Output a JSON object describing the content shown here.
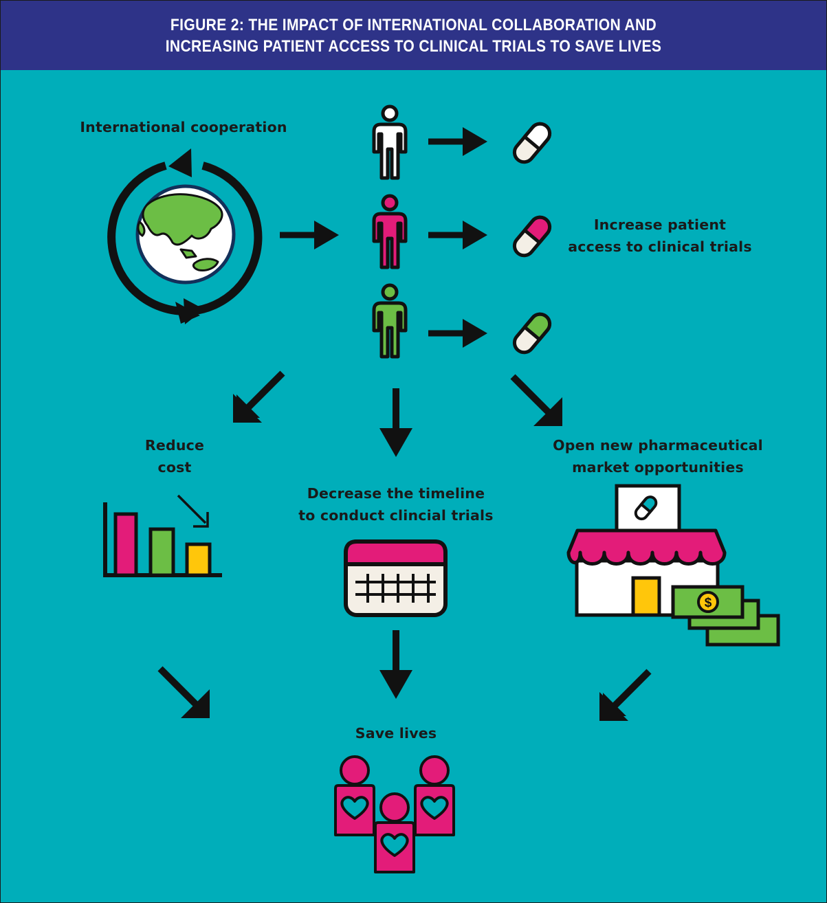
{
  "figure": {
    "title_line1": "FIGURE 2: THE IMPACT OF INTERNATIONAL COLLABORATION AND",
    "title_line2": "INCREASING PATIENT ACCESS TO CLINICAL TRIALS TO SAVE LIVES"
  },
  "labels": {
    "international_cooperation": "International cooperation",
    "increase_access": "Increase patient\naccess to clinical trials",
    "reduce_cost": "Reduce\ncost",
    "decrease_timeline": "Decrease the timeline\nto conduct clincial trials",
    "open_market": "Open new pharmaceutical\nmarket opportunities",
    "save_lives": "Save lives"
  },
  "icons": {
    "globe": "globe-icon",
    "cycle_arrows": "cycle-arrows-icon",
    "patient": "person-icon",
    "pill": "pill-capsule-icon",
    "bar_chart": "bar-chart-decrease-icon",
    "calendar": "calendar-icon",
    "pharmacy": "pharmacy-store-icon",
    "money": "cash-stack-icon",
    "people": "people-heart-icon"
  },
  "colors": {
    "header": "#2E3388",
    "background": "#00AEBA",
    "pink": "#E31C79",
    "green": "#6CBE45",
    "yellow": "#FFC60B",
    "cream": "#F4EFE6",
    "outline": "#111111"
  }
}
